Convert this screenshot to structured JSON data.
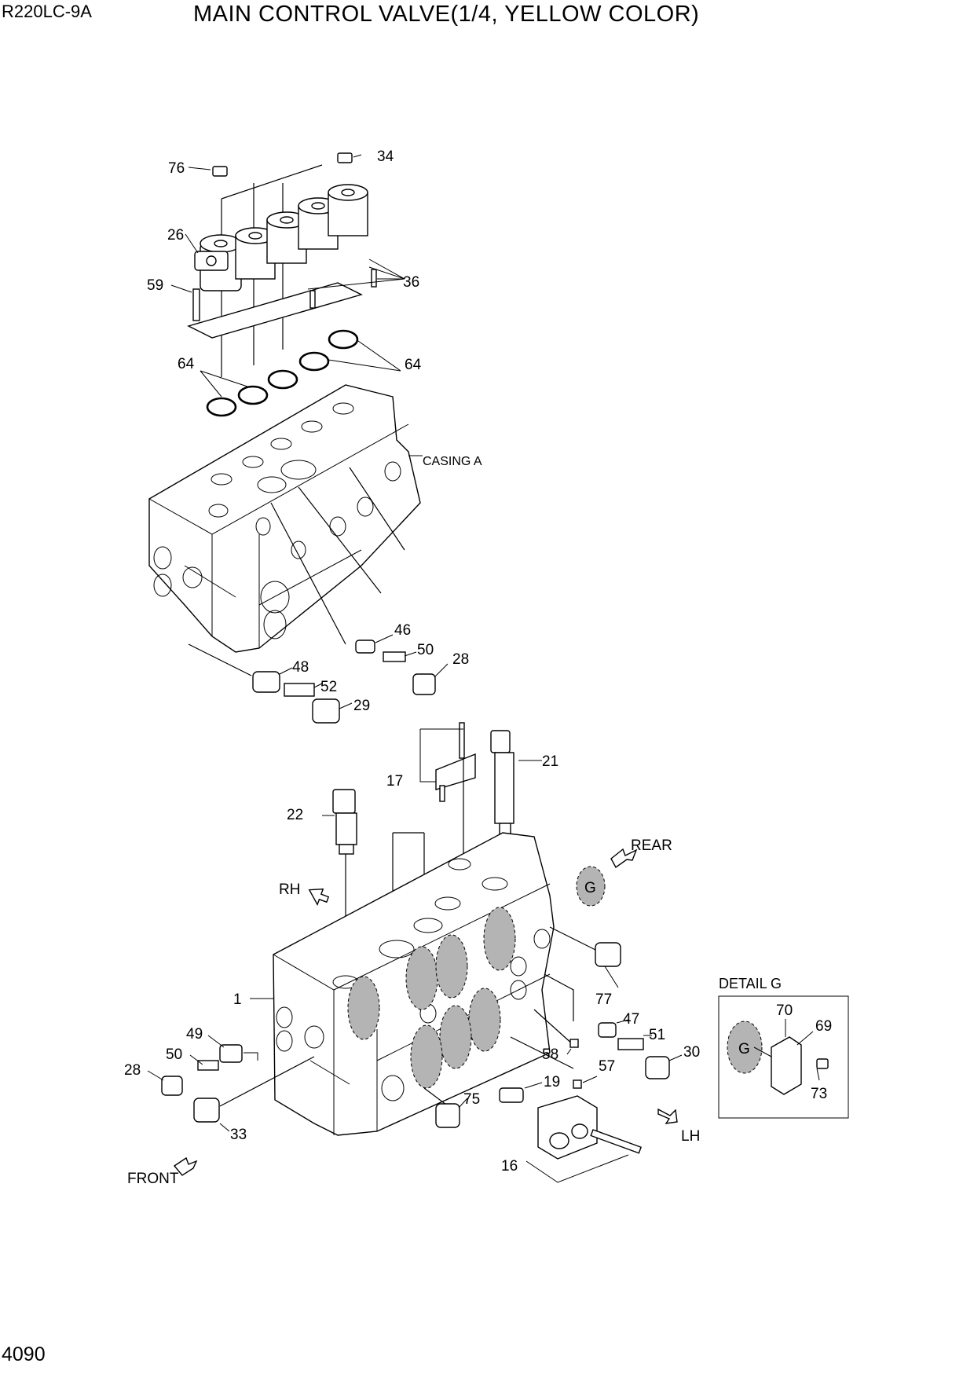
{
  "header": {
    "model": "R220LC-9A",
    "title": "MAIN CONTROL VALVE(1/4, YELLOW COLOR)"
  },
  "footer": {
    "page_number": "4090"
  },
  "annotations": {
    "casing": "CASING A",
    "detail_title": "DETAIL  G",
    "g_mark": "G",
    "directions": {
      "rear": "REAR",
      "rh": "RH",
      "lh": "LH",
      "front": "FRONT"
    }
  },
  "callouts": [
    "76",
    "34",
    "26",
    "36",
    "59",
    "64",
    "64",
    "46",
    "50",
    "28",
    "48",
    "52",
    "29",
    "17",
    "21",
    "22",
    "1",
    "49",
    "50",
    "28",
    "33",
    "75",
    "19",
    "58",
    "57",
    "47",
    "51",
    "30",
    "77",
    "16",
    "70",
    "69",
    "73"
  ]
}
